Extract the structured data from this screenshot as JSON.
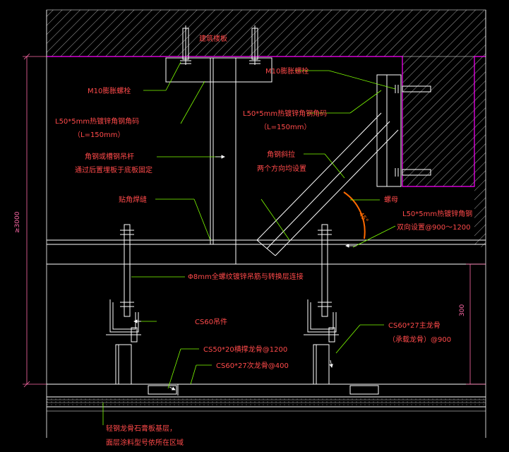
{
  "colors": {
    "background": "#000000",
    "structure": "#ffffff",
    "slab_boundary": "#ff00ff",
    "annotation": "#ff4a4a",
    "dimension": "#ff6aa8",
    "leader": "#7fff00",
    "hatch": "#d4d4d4",
    "weld": "#ff6a00",
    "board": "#cccccc"
  },
  "labels": {
    "slab": "建筑楼板",
    "m10_left": "M10膨胀螺栓",
    "m10_right": "M10膨胀螺栓",
    "angle_left_1": "L50*5mm热镀锌角钢角码",
    "angle_left_2": "（L=150mm）",
    "angle_right_1": "L50*5mm热镀锌角钢角码",
    "angle_right_2": "（L=150mm）",
    "hanger_1": "角钢或槽钢吊杆",
    "hanger_2": "通过后置埋板于底板固定",
    "brace_1": "角钢斜拉",
    "brace_2": "两个方向均设置",
    "weld_seam": "贴角焊缝",
    "nut": "螺母",
    "angle_bi_1": "L50*5mm热镀锌角钢",
    "angle_bi_2": "双向设置@900～1200",
    "rod": "Φ8mm全螺纹镀锌吊筋与转换层连接",
    "cs60_hanger": "CS60吊件",
    "main_keel_1": "CS60*27主龙骨",
    "main_keel_2": "（承载龙骨）@900",
    "cs50": "CS50*20横撑龙骨@1200",
    "cs60_sub": "CS60*27次龙骨@400",
    "board_1": "轻钢龙骨石膏板基层，",
    "board_2": "面层涂料型号依所在区域",
    "angle_deg": "45°"
  },
  "dimensions": {
    "total": "≥3000",
    "lower": "300"
  }
}
